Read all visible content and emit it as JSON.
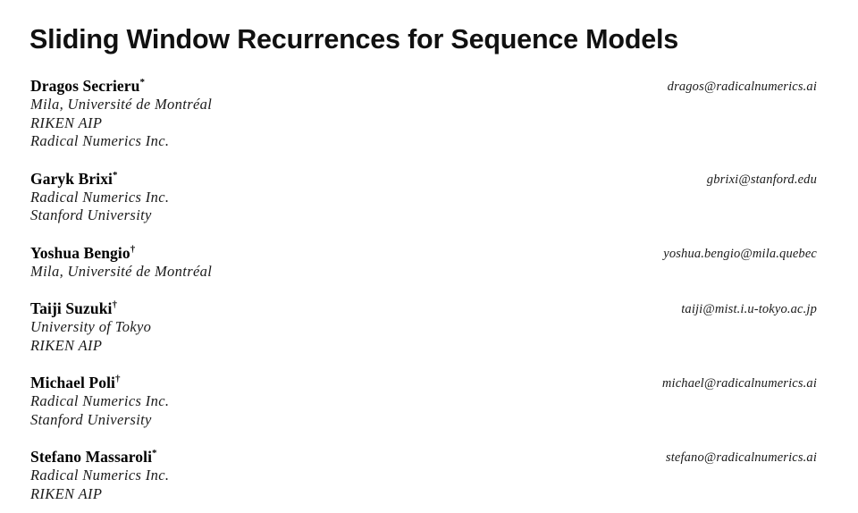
{
  "paper": {
    "title": "Sliding Window Recurrences for Sequence Models",
    "authors": [
      {
        "name": "Dragos Secrieru",
        "marker": "*",
        "email": "dragos@radicalnumerics.ai",
        "affiliations": [
          "Mila, Université de Montréal",
          "RIKEN AIP",
          "Radical Numerics Inc."
        ]
      },
      {
        "name": "Garyk Brixi",
        "marker": "*",
        "email": "gbrixi@stanford.edu",
        "affiliations": [
          "Radical Numerics Inc.",
          "Stanford University"
        ]
      },
      {
        "name": "Yoshua Bengio",
        "marker": "†",
        "email": "yoshua.bengio@mila.quebec",
        "affiliations": [
          "Mila, Université de Montréal"
        ]
      },
      {
        "name": "Taiji Suzuki",
        "marker": "†",
        "email": "taiji@mist.i.u-tokyo.ac.jp",
        "affiliations": [
          "University of Tokyo",
          "RIKEN AIP"
        ]
      },
      {
        "name": "Michael Poli",
        "marker": "†",
        "email": "michael@radicalnumerics.ai",
        "affiliations": [
          "Radical Numerics Inc.",
          "Stanford University"
        ]
      },
      {
        "name": "Stefano Massaroli",
        "marker": "*",
        "email": "stefano@radicalnumerics.ai",
        "affiliations": [
          "Radical Numerics Inc.",
          "RIKEN AIP"
        ]
      }
    ]
  }
}
